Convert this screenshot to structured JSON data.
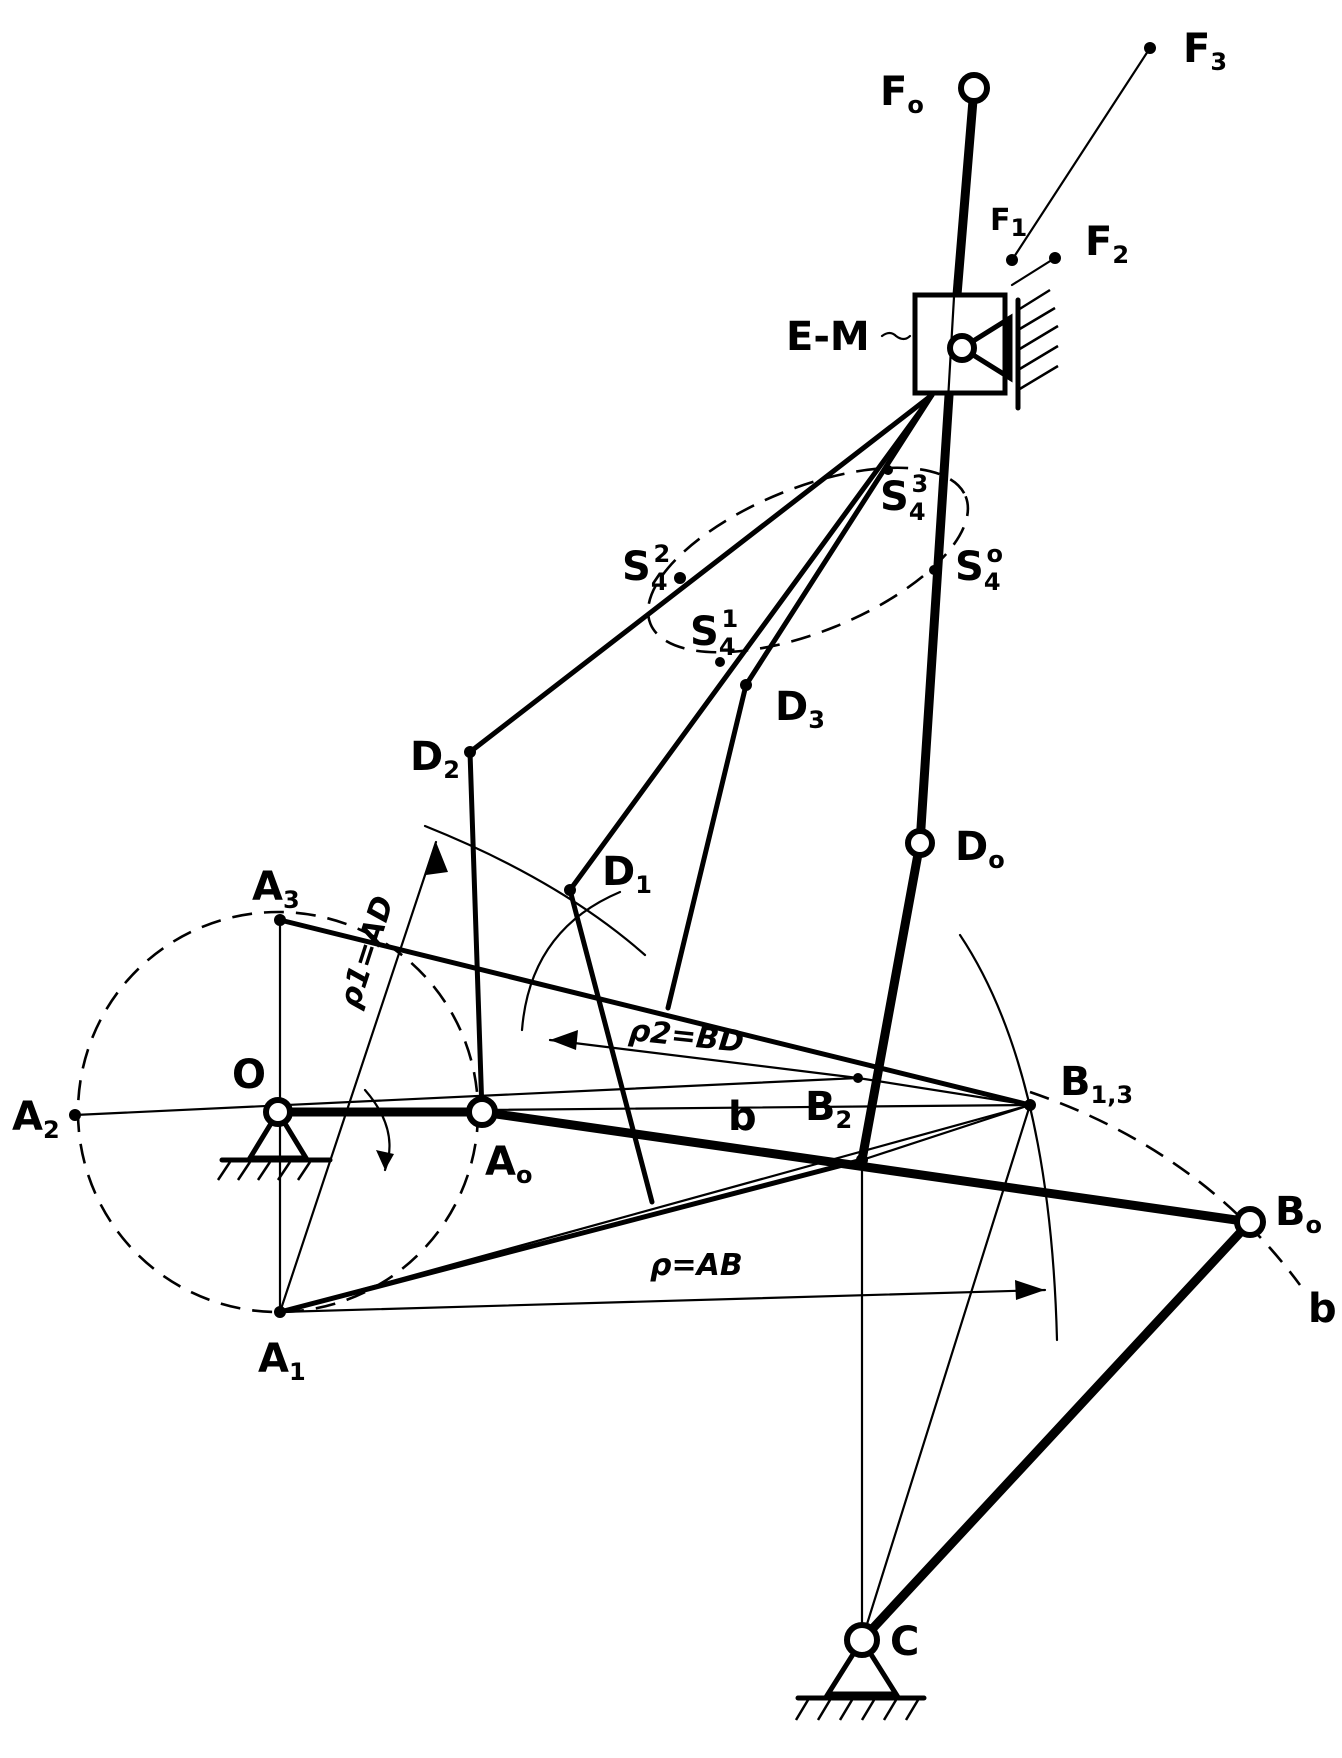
{
  "labels": {
    "F0": {
      "main": "F",
      "sub": "o"
    },
    "F1": {
      "main": "F",
      "sub": "1"
    },
    "F2": {
      "main": "F",
      "sub": "2"
    },
    "F3": {
      "main": "F",
      "sub": "3"
    },
    "EM": {
      "main": "E-M"
    },
    "S4_0": {
      "main": "S",
      "sub": "4",
      "sup": "o"
    },
    "S4_1": {
      "main": "S",
      "sub": "4",
      "sup": "1"
    },
    "S4_2": {
      "main": "S",
      "sub": "4",
      "sup": "2"
    },
    "S4_3": {
      "main": "S",
      "sub": "4",
      "sup": "3"
    },
    "D0": {
      "main": "D",
      "sub": "o"
    },
    "D1": {
      "main": "D",
      "sub": "1"
    },
    "D2": {
      "main": "D",
      "sub": "2"
    },
    "D3": {
      "main": "D",
      "sub": "3"
    },
    "A0": {
      "main": "A",
      "sub": "o"
    },
    "A1": {
      "main": "A",
      "sub": "1"
    },
    "A2": {
      "main": "A",
      "sub": "2"
    },
    "A3": {
      "main": "A",
      "sub": "3"
    },
    "O": {
      "main": "O"
    },
    "B0": {
      "main": "B",
      "sub": "o"
    },
    "B13": {
      "main": "B",
      "sub": "1,3"
    },
    "B2": {
      "main": "B",
      "sub": "2"
    },
    "C": {
      "main": "C"
    },
    "b_mid": {
      "main": "b"
    },
    "b_end": {
      "main": "b"
    }
  },
  "annotations": {
    "rho1": "ρ1=AD",
    "rho2": "ρ2=BD",
    "rho": "ρ=AB"
  }
}
